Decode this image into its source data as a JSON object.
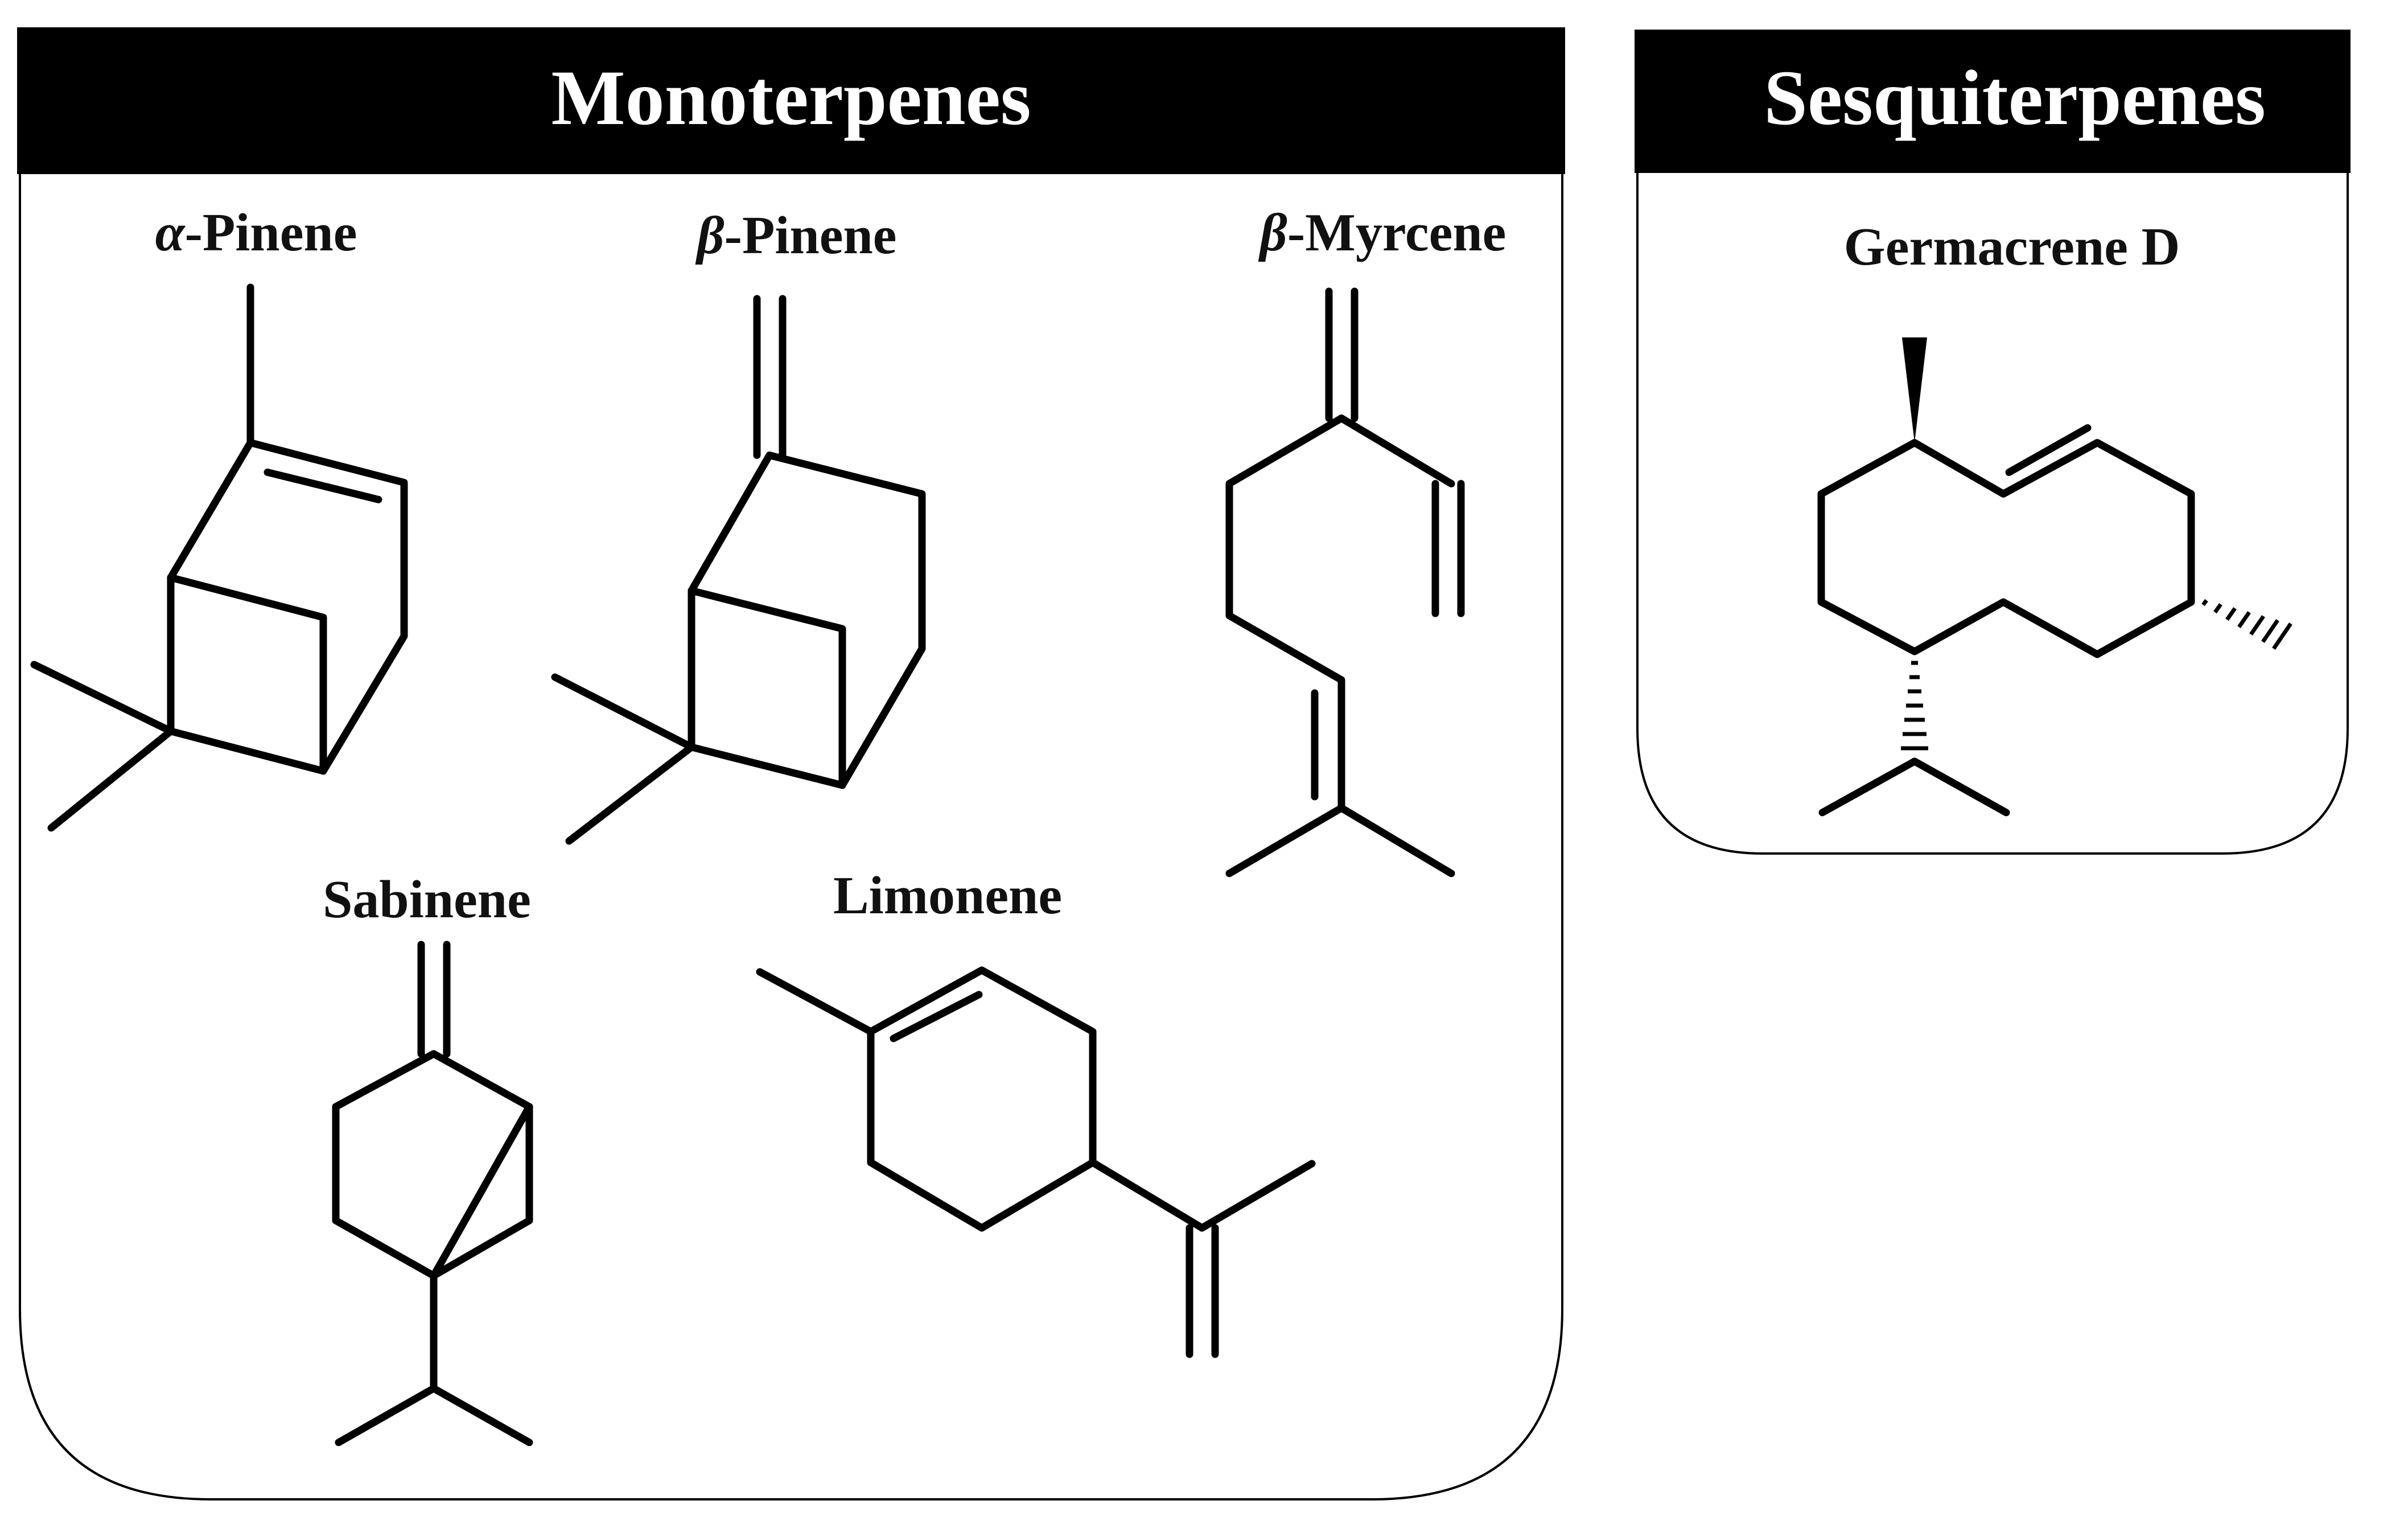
{
  "panels": {
    "monoterpenes": {
      "title": "Monoterpenes",
      "compounds": {
        "alpha_pinene": {
          "prefix": "α",
          "name": "-Pinene"
        },
        "beta_pinene": {
          "prefix": "β",
          "name": "-Pinene"
        },
        "beta_myrcene": {
          "prefix": "β",
          "name": "-Myrcene"
        },
        "sabinene": {
          "name": "Sabinene"
        },
        "limonene": {
          "name": "Limonene"
        }
      }
    },
    "sesquiterpenes": {
      "title": "Sesquiterpenes",
      "compounds": {
        "germacrene_d": {
          "name": "Germacrene D"
        }
      }
    }
  },
  "colors": {
    "header_bg": "#000000",
    "header_text": "#ffffff",
    "line": "#000000",
    "background": "#ffffff"
  }
}
